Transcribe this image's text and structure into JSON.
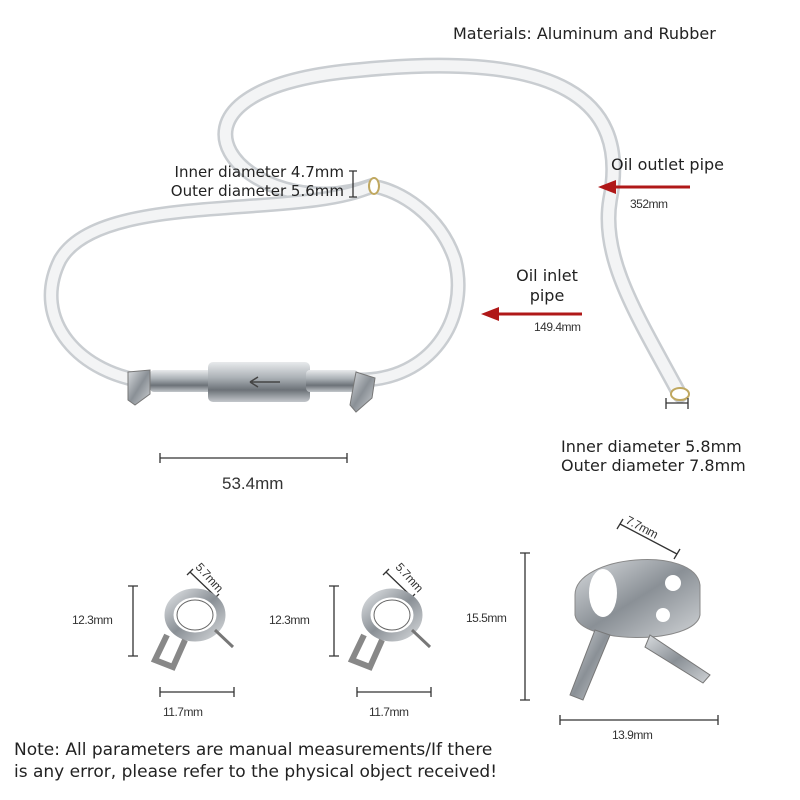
{
  "materials": "Materials: Aluminum and Rubber",
  "outlet": {
    "label": "Oil outlet pipe",
    "length": "352mm",
    "inner": "Inner diameter 4.7mm",
    "outer": "Outer diameter 5.6mm"
  },
  "inlet": {
    "label_line1": "Oil inlet",
    "label_line2": "pipe",
    "length": "149.4mm",
    "inner": "Inner diameter 5.8mm",
    "outer": "Outer diameter 7.8mm"
  },
  "filter_length": "53.4mm",
  "clamps": [
    {
      "height": "12.3mm",
      "width": "11.7mm",
      "band": "5.7mm"
    },
    {
      "height": "12.3mm",
      "width": "11.7mm",
      "band": "5.7mm"
    },
    {
      "height": "15.5mm",
      "width": "13.9mm",
      "band": "7.7mm"
    }
  ],
  "note_line1": "Note: All parameters are manual measurements/If there",
  "note_line2": "is any error, please refer to the physical object received!",
  "colors": {
    "arrow": "#b01818",
    "tube": "#d8dcdf",
    "metal": "#9aa0a6"
  }
}
